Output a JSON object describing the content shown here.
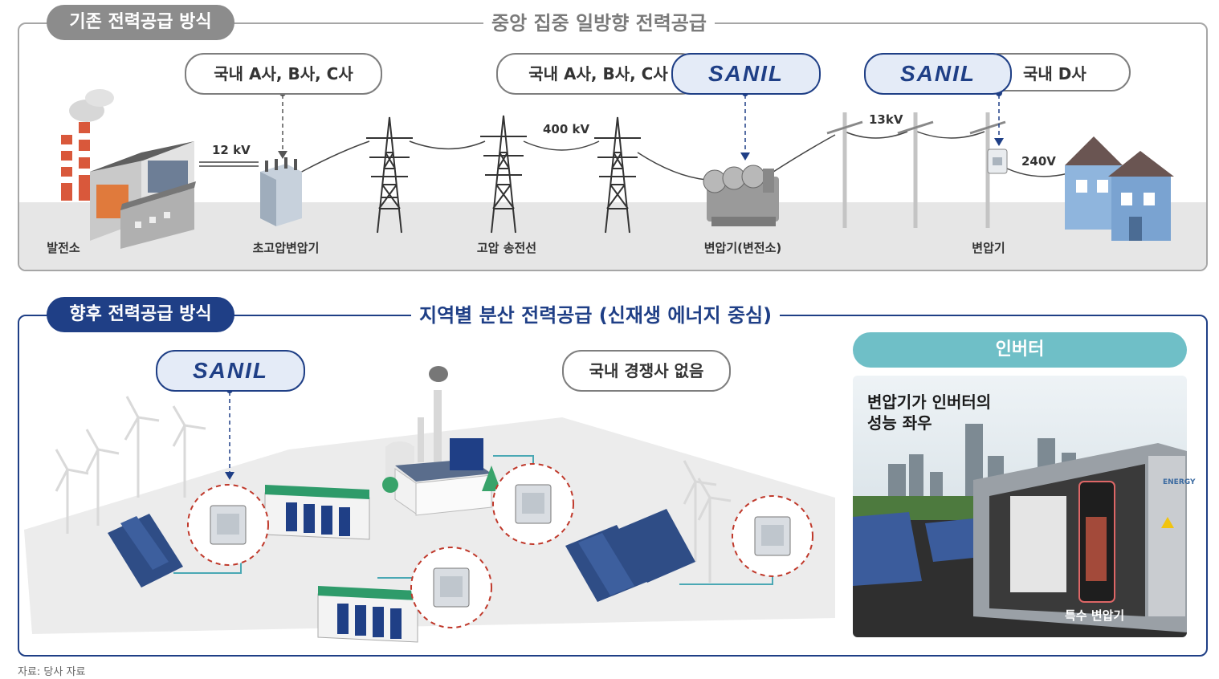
{
  "top": {
    "title_pill": "기존 전력공급 방식",
    "heading": "중앙 집중 일방향 전력공급",
    "bubble_1": "국내 A사, B사, C사",
    "bubble_2": "국내 A사, B사, C사",
    "bubble_3": "국내 D사",
    "brand": "SANIL",
    "voltages": {
      "v1": "12 kV",
      "v2": "400 kV",
      "v3": "13kV",
      "v4": "240V"
    },
    "labels": {
      "plant": "발전소",
      "uhv_transformer": "초고압변압기",
      "hv_line": "고압 송전선",
      "substation": "변압기(변전소)",
      "transformer": "변압기"
    }
  },
  "bottom": {
    "title_pill": "향후 전력공급 방식",
    "heading": "지역별 분산 전력공급 (신재생 에너지 중심)",
    "brand": "SANIL",
    "no_competitor": "국내 경쟁사 없음",
    "inverter": {
      "title": "인버터",
      "text_line1": "변압기가 인버터의",
      "text_line2": "성능 좌우",
      "caption": "특수 변압기",
      "container_text": "ENERGY"
    }
  },
  "source": "자료: 당사 자료",
  "colors": {
    "top_border": "#a6a6a6",
    "top_pill": "#8c8c8c",
    "bottom_border": "#1f3f86",
    "bottom_pill": "#1f3f86",
    "brand_fill": "#e4ebf7",
    "inverter_pill": "#6fbfc7",
    "highlight_circle": "#c0392b"
  }
}
